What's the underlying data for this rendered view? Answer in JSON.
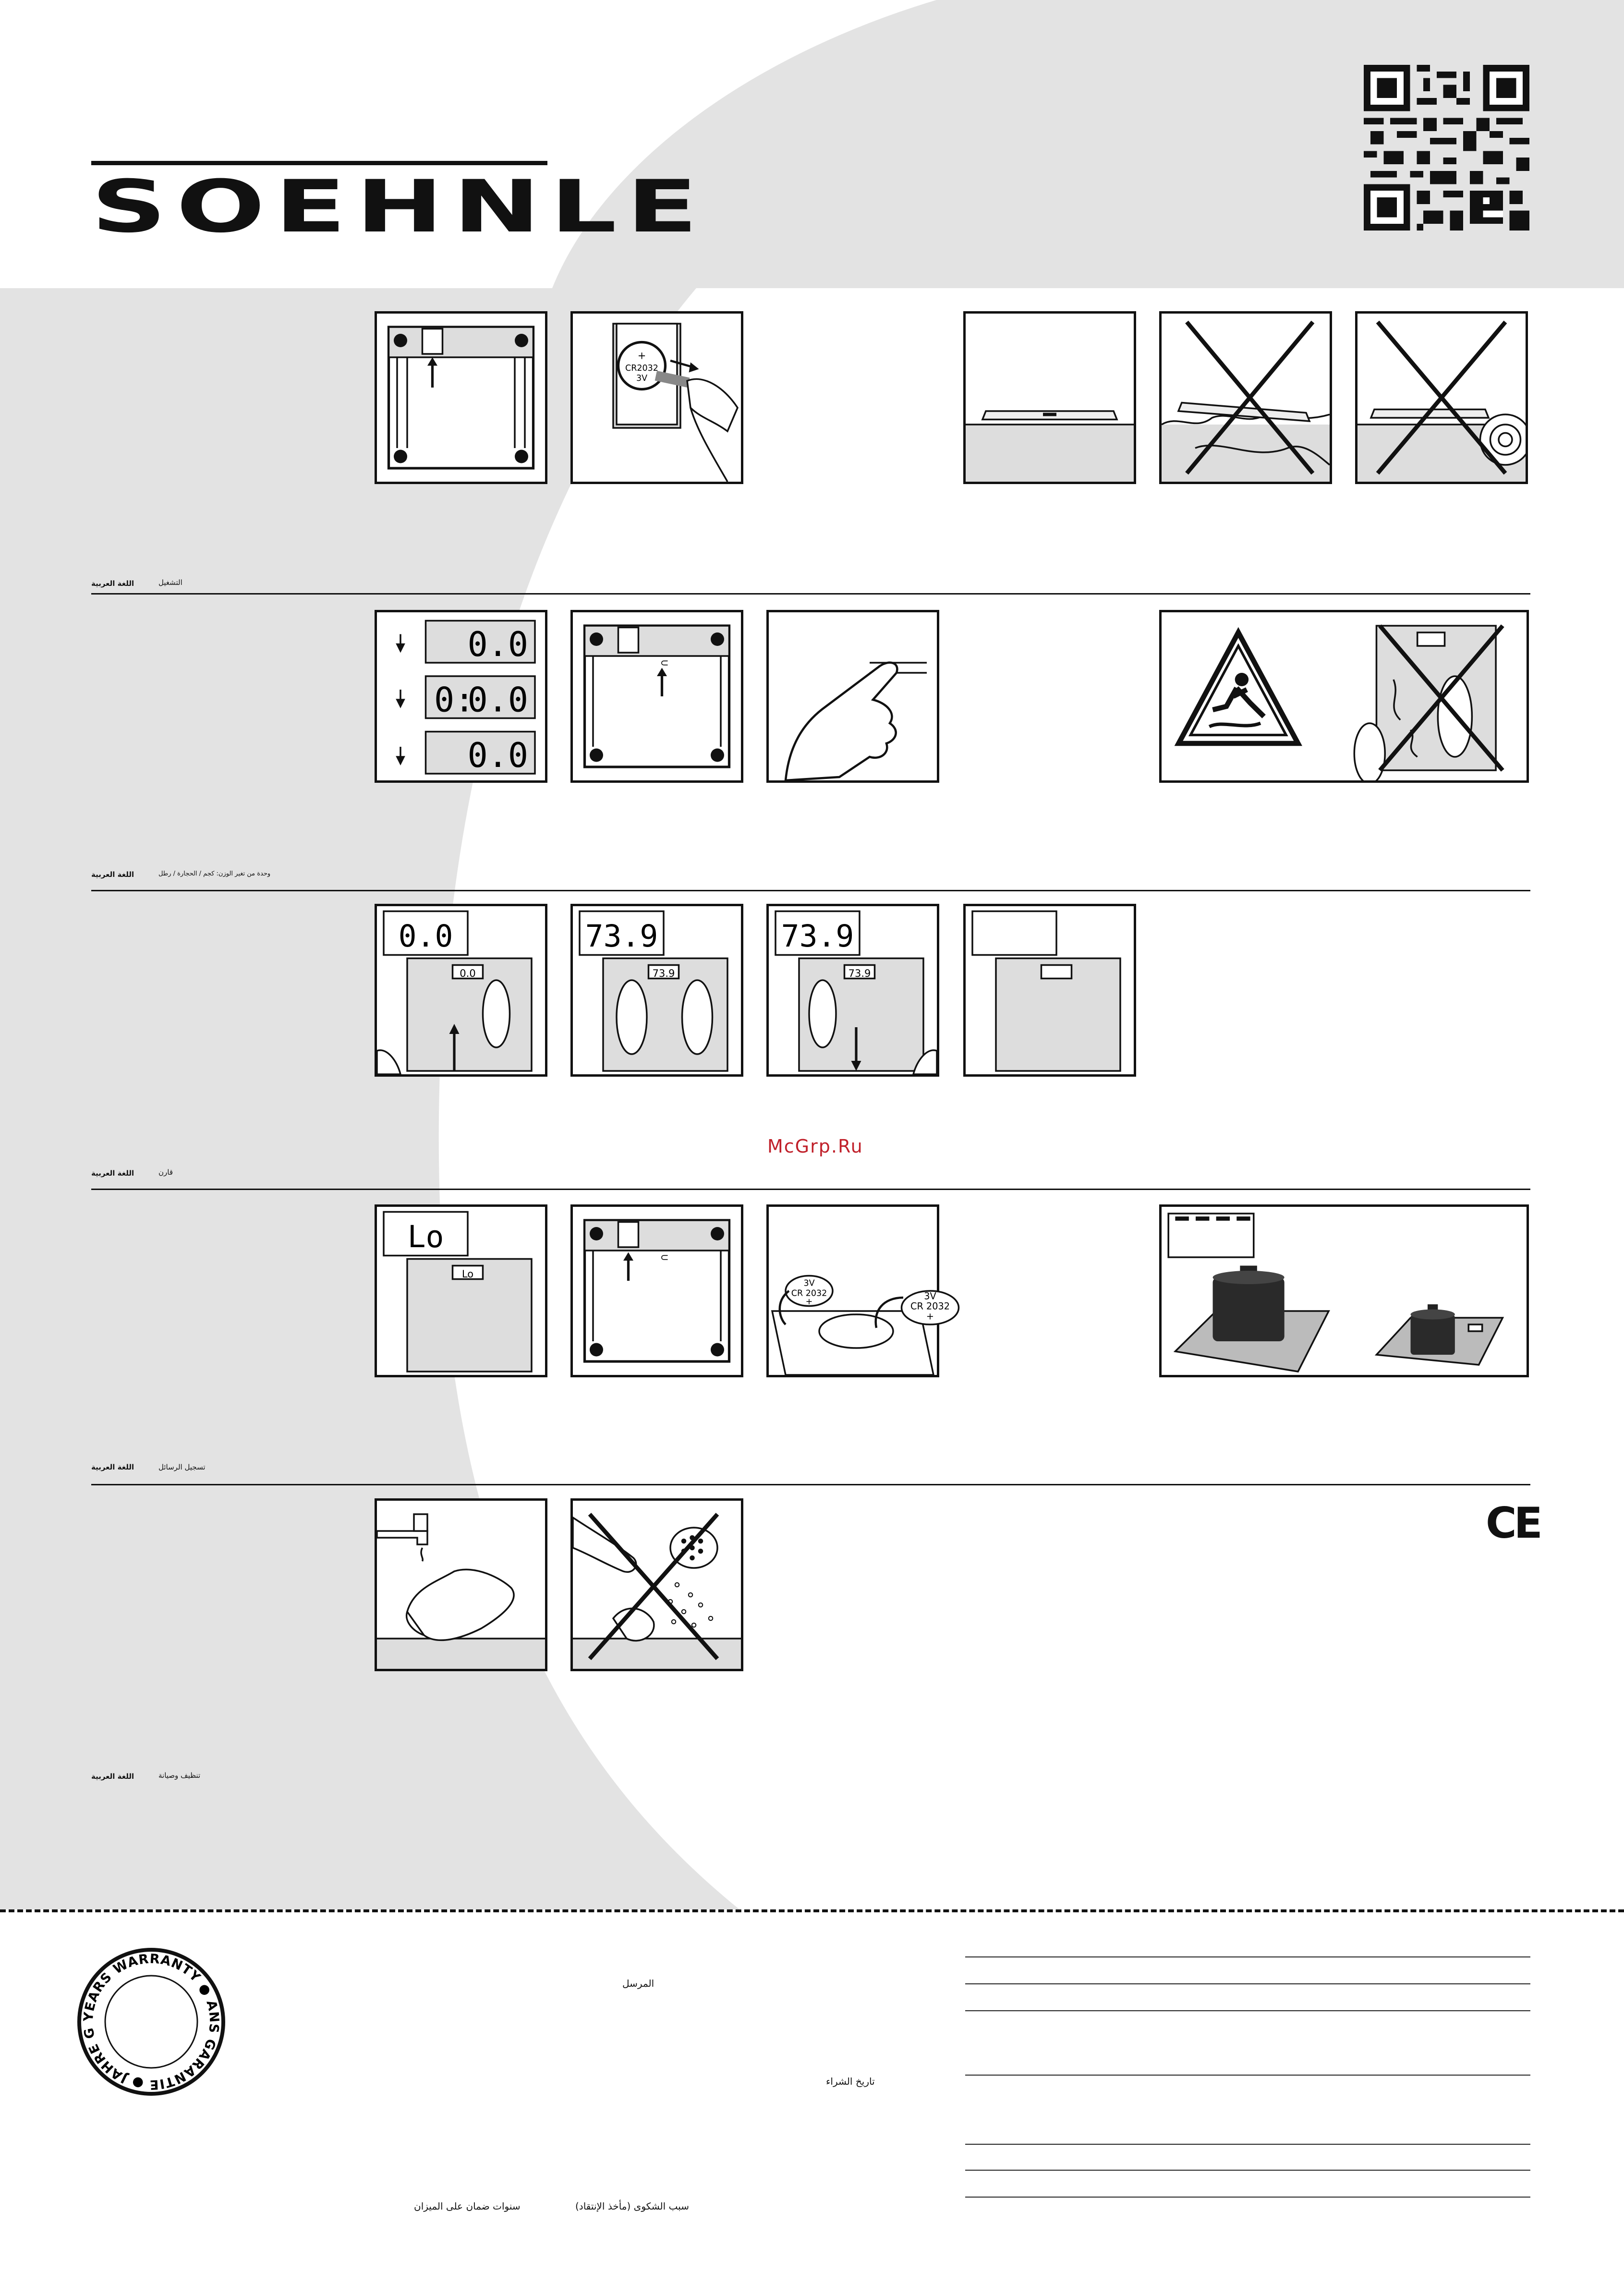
{
  "brand": {
    "name": "SOEHNLE"
  },
  "sections": [
    {
      "language": "اللغة العربية",
      "title": "التشغيل"
    },
    {
      "language": "اللغة العربية",
      "title": "وحدة من تغير الوزن: كجم / الحجارة / رطل"
    },
    {
      "language": "اللغة العربية",
      "title": "قارن"
    },
    {
      "language": "اللغة العربية",
      "title": "تسجيل الرسائل"
    },
    {
      "language": "اللغة العربية",
      "title": "تنظيف وصيانة"
    }
  ],
  "figures": {
    "battery": {
      "top": "+",
      "model": "CR2032",
      "voltage": "3V"
    },
    "display_zero": "0.0",
    "display_weight": "73.9",
    "display_low": "Lo",
    "battery_side": {
      "voltage": "3V",
      "model": "CR 2032",
      "polarity": "+"
    }
  },
  "watermark": "McGrp.Ru",
  "ce_mark": "CE",
  "warranty_stamp": {
    "text": "YEARS WARRANTY ● ANS GARANTIE ● JAHRE GARANTIE ●"
  },
  "form": {
    "sender": "المرسل",
    "purchase_date": "تاريخ الشراء",
    "complaint_reason": "سبب الشكوى (مأخذ الإنتقاد)",
    "warranty_years": "سنوات ضمان على الميزان"
  }
}
